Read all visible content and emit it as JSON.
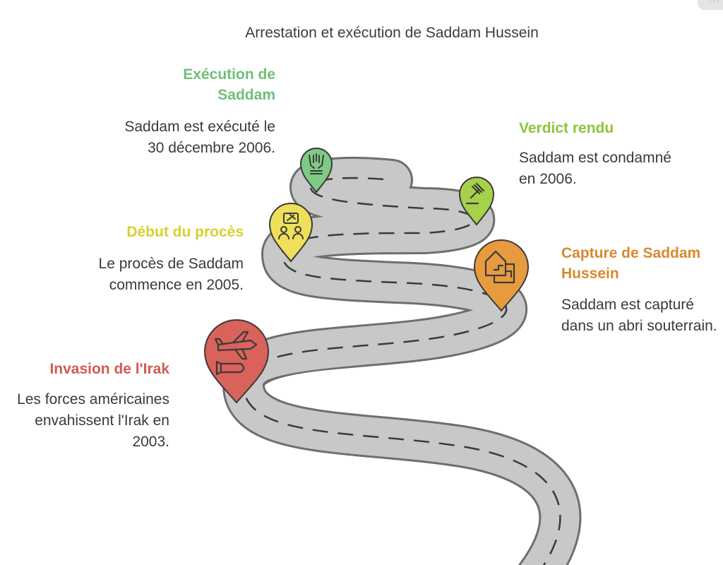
{
  "title": "Arrestation et exécution de Saddam Hussein",
  "milestones": [
    {
      "heading": "Invasion de l'Irak",
      "desc": "Les forces américaines envahissent l'Irak en 2003.",
      "color": "#d9625a",
      "icon": "airplane-bomb-icon"
    },
    {
      "heading": "Capture de Saddam Hussein",
      "desc": "Saddam est capturé dans un abri souterrain.",
      "color": "#e79b3f",
      "icon": "house-shelter-icon"
    },
    {
      "heading": "Début du procès",
      "desc": "Le procès de Saddam commence en 2005.",
      "color": "#eee05a",
      "icon": "courtroom-people-icon"
    },
    {
      "heading": "Verdict rendu",
      "desc": "Saddam est condamné en 2006.",
      "color": "#a6d24a",
      "icon": "gavel-icon"
    },
    {
      "heading": "Exécution de Saddam",
      "desc": "Saddam est exécuté le 30 décembre 2006.",
      "color": "#7fcb86",
      "icon": "hands-icon"
    }
  ],
  "heading_colors": [
    "#d35a54",
    "#d8892e",
    "#d9cf2e",
    "#8cc53c",
    "#6fbf79"
  ]
}
